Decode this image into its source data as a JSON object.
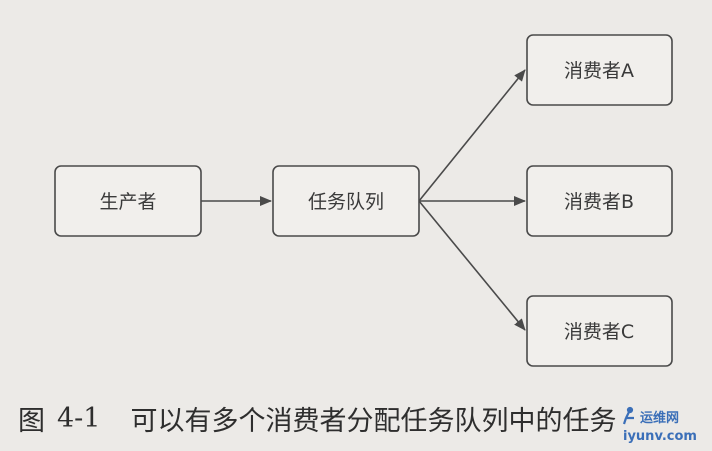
{
  "diagram": {
    "nodes": [
      {
        "id": "producer",
        "label": "生产者"
      },
      {
        "id": "queue",
        "label": "任务队列"
      },
      {
        "id": "consumer_a",
        "label": "消费者A"
      },
      {
        "id": "consumer_b",
        "label": "消费者B"
      },
      {
        "id": "consumer_c",
        "label": "消费者C"
      }
    ],
    "edges": [
      {
        "from": "producer",
        "to": "queue"
      },
      {
        "from": "queue",
        "to": "consumer_a"
      },
      {
        "from": "queue",
        "to": "consumer_b"
      },
      {
        "from": "queue",
        "to": "consumer_c"
      }
    ]
  },
  "caption": {
    "figure_label": "图",
    "figure_number": "4-1",
    "text": "可以有多个消费者分配任务队列中的任务"
  },
  "watermark": {
    "text": "iyunv.com",
    "icon": "network-logo-icon"
  }
}
